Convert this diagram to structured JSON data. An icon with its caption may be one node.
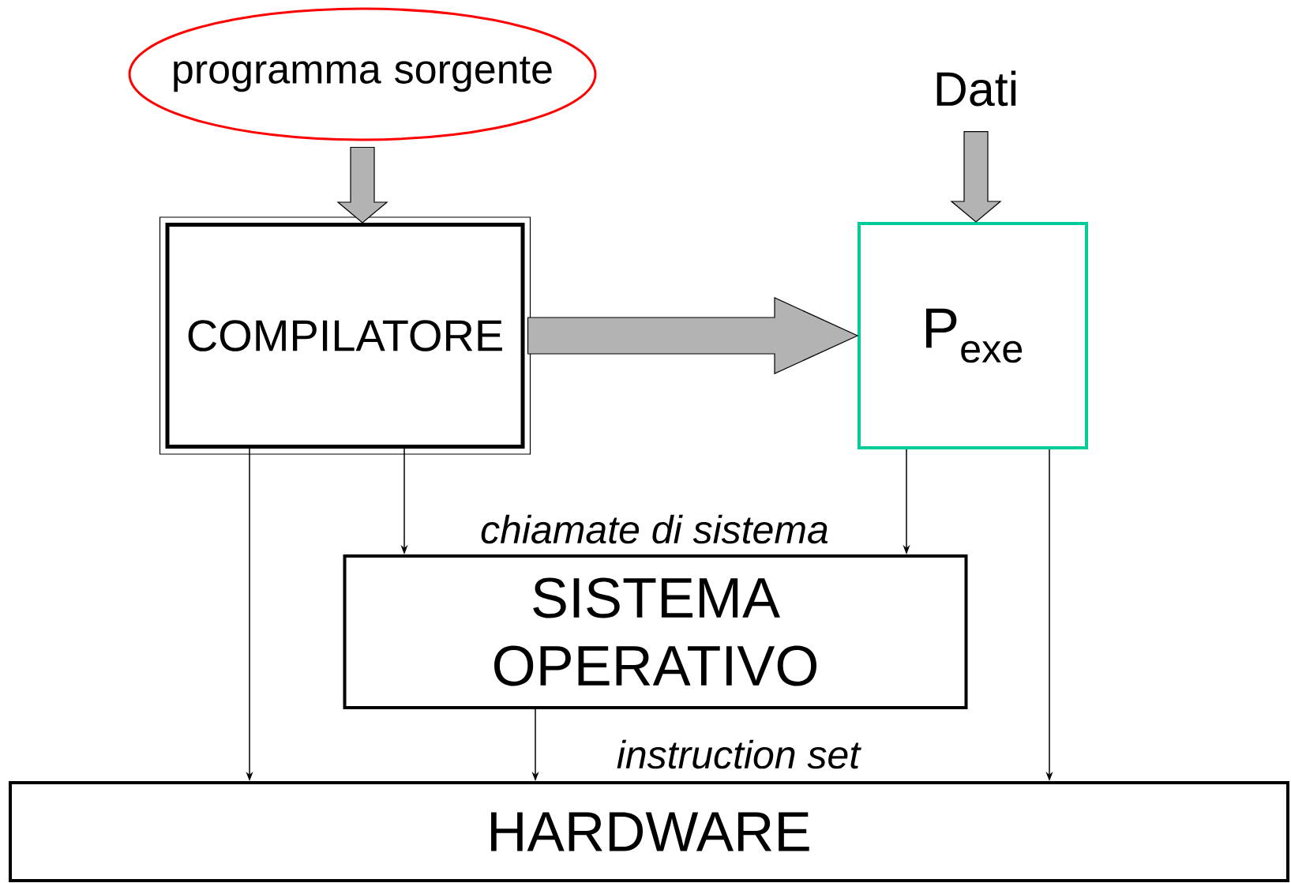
{
  "diagram": {
    "nodes": [
      {
        "text": [
          "programma sorgente"
        ]
      },
      {
        "text": [
          "Dati"
        ]
      },
      {
        "text": [
          "COMPILATORE"
        ]
      },
      {
        "text": [
          "P$_{exe}$"
        ]
      },
      {
        "text": [
          "SISTEMA OPERATIVO"
        ]
      },
      {
        "text": [
          "HARDWARE"
        ]
      }
    ],
    "edges": [
      {
        "from": 0,
        "to": 2,
        "arrow": "to",
        "style": "thick",
        "color": "#b3b3b3"
      },
      {
        "from": 1,
        "to": 3,
        "arrow": "to",
        "style": "thick",
        "color": "#b3b3b3"
      },
      {
        "from": 2,
        "to": 3,
        "arrow": "to",
        "style": "thick",
        "color": "#b3b3b3"
      },
      {
        "from": 2,
        "to": 5,
        "arrow": "to"
      },
      {
        "from": 2,
        "to": 4,
        "arrow": "to"
      },
      {
        "from": 3,
        "to": 4,
        "arrow": "to"
      },
      {
        "from": 4,
        "to": 5,
        "arrow": "to"
      },
      {
        "from": 3,
        "to": 5,
        "arrow": "to"
      }
    ],
    "labels": [
      "chiamate di sistema",
      "instruction set"
    ]
  }
}
